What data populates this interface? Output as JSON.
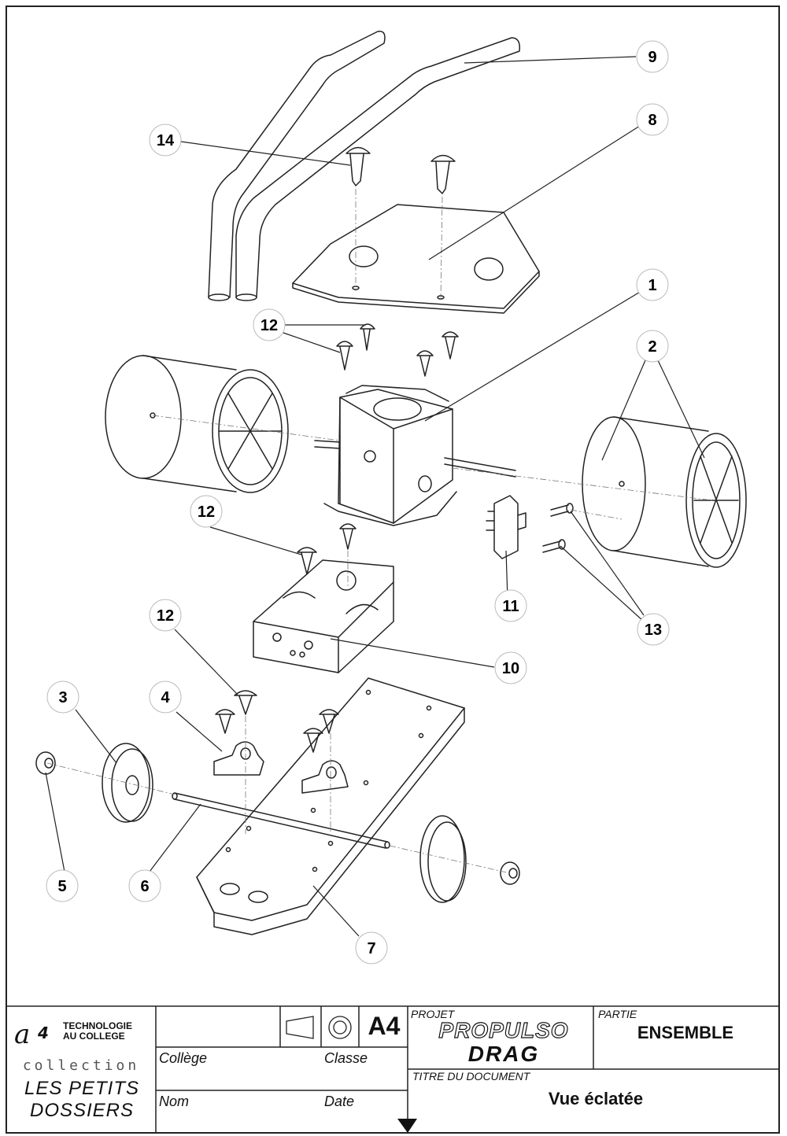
{
  "callouts": [
    "9",
    "8",
    "14",
    "1",
    "12",
    "2",
    "12",
    "11",
    "13",
    "10",
    "12",
    "3",
    "4",
    "5",
    "6",
    "7"
  ],
  "title_block": {
    "brand_line1": "TECHNOLOGIE",
    "brand_line2": "AU COLLEGE",
    "collection": "collection",
    "series_line1": "LES PETITS",
    "series_line2": "DOSSIERS",
    "format": "A4",
    "college_label": "Collège",
    "classe_label": "Classe",
    "nom_label": "Nom",
    "date_label": "Date",
    "projet_label": "PROJET",
    "projet_name1": "PROPULSO",
    "projet_name2": "DRAG",
    "partie_label": "PARTIE",
    "partie_value": "ENSEMBLE",
    "titre_label": "TITRE DU DOCUMENT",
    "titre_value": "Vue éclatée"
  }
}
